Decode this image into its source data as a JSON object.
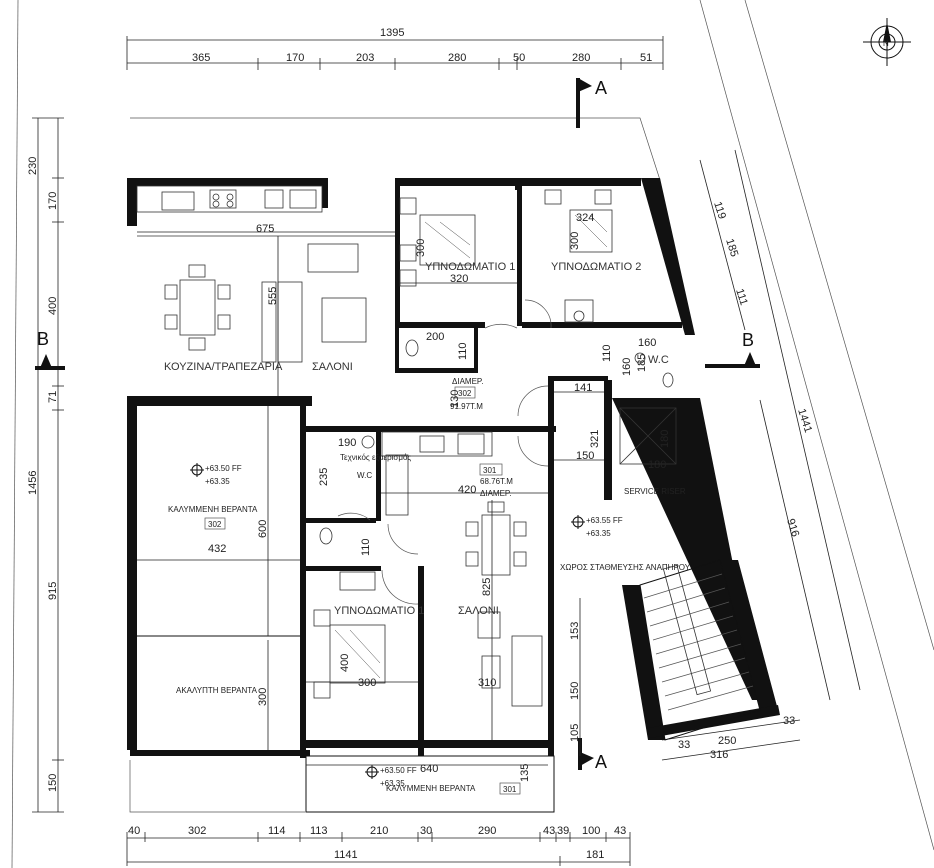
{
  "dims_top": {
    "total": "1395",
    "parts": [
      "365",
      "170",
      "203",
      "280",
      "50",
      "280",
      "51"
    ]
  },
  "dims_bottom": {
    "parts": [
      "40",
      "302",
      "114",
      "113",
      "210",
      "30",
      "290",
      "43",
      "39",
      "100",
      "43"
    ],
    "totals": [
      "1141",
      "181"
    ]
  },
  "dims_left": {
    "total": "1456",
    "parts": [
      "230",
      "170",
      "400",
      "71",
      "915",
      "150"
    ]
  },
  "dims_right": {
    "parts": [
      "119",
      "185",
      "111"
    ],
    "outer": [
      "1441",
      "916"
    ]
  },
  "dims_stair_bottom": [
    "33",
    "250",
    "33",
    "316"
  ],
  "dims_inner": {
    "d675": "675",
    "d555": "555",
    "d320": "320",
    "d300a": "300",
    "d324": "324",
    "d300b": "300",
    "d200": "200",
    "d110a": "110",
    "d110b": "110",
    "d160a": "160",
    "d160b": "160",
    "d185": "185",
    "d130": "130",
    "d141": "141",
    "d321": "321",
    "d150a": "150",
    "d180a": "180",
    "d180b": "180",
    "d190": "190",
    "d235": "235",
    "d420": "420",
    "d110c": "110",
    "d600": "600",
    "d432": "432",
    "d825": "825",
    "d400": "400",
    "d300c": "300",
    "d310": "310",
    "d300d": "300",
    "d153": "153",
    "d150b": "150",
    "d105": "105",
    "d135": "135",
    "d640": "640"
  },
  "section_marks": {
    "a_top": "A",
    "a_bottom": "A",
    "b_left": "B",
    "b_right": "B"
  },
  "rooms": {
    "kitchen": "ΚΟΥΖΙΝΑ/ΤΡΑΠΕΖΑΡΙΑ",
    "salon_top": "ΣΑΛΟΝΙ",
    "bed1_top": "ΥΠΝΟΔΩΜΑΤΙΟ 1",
    "bed2_top": "ΥΠΝΟΔΩΜΑΤΙΟ 2",
    "wc_top": "W.C",
    "apt_label": "ΔΙΑΜΕΡ.",
    "apt_no_top": "302",
    "apt_area_top": "91.97Τ.Μ",
    "covered_veranda": "ΚΑΛΥΜΜΕΝΗ ΒΕΡΑΝΤΑ",
    "covered_veranda_no": "302",
    "open_veranda": "ΑΚΑΛΥΠΤΗ ΒΕΡΑΝΤΑ",
    "tech_space": "Τεχνικός εξαερισμός",
    "wc_bottom": "W.C",
    "apt_no_bottom": "301",
    "apt_area_bottom": "68.76Τ.Μ",
    "apt_label_bottom": "ΔΙΑΜΕΡ.",
    "bed1_bottom": "ΥΠΝΟΔΩΜΑΤΙΟ 1",
    "salon_bottom": "ΣΑΛΟΝΙ",
    "service_riser": "SERVICE RISER",
    "lift_wait": "ΧΩΡΟΣ ΣΤΑΘΜΕΥΣΗΣ ΑΝΑΠΗΡΟΥ",
    "covered_veranda_bottom": "ΚΑΛΥΜΜΕΝΗ ΒΕΡΑΝΤΑ",
    "covered_veranda_bottom_no": "301"
  },
  "levels": {
    "ff1": "+63.50 FF",
    "ff1b": "+63.35",
    "ff2": "+63.55 FF",
    "ff2b": "+63.35",
    "ff3": "+63.50 FF",
    "ff3b": "+63.35"
  },
  "north": "N"
}
